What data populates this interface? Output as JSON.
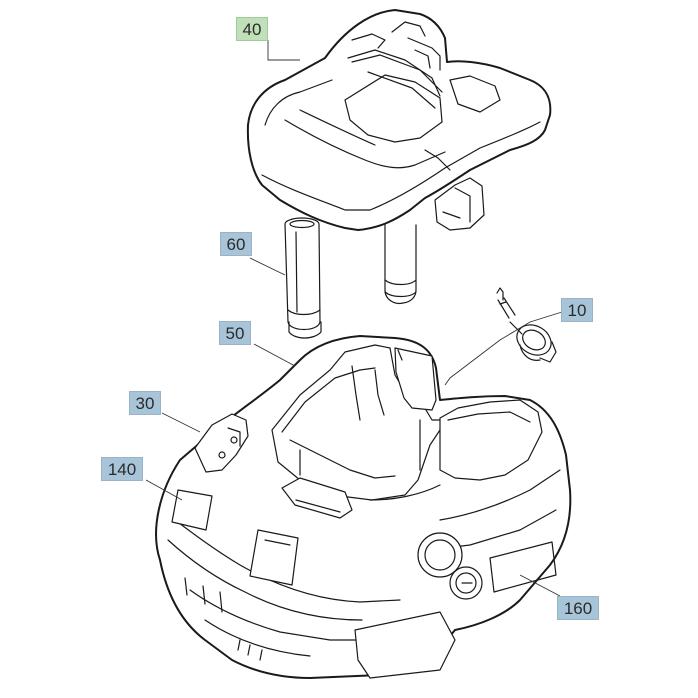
{
  "callouts": [
    {
      "id": "40",
      "label": "40",
      "color": "#bfe0b8"
    },
    {
      "id": "60",
      "label": "60",
      "color": "#a8c4d8"
    },
    {
      "id": "10",
      "label": "10",
      "color": "#a8c4d8"
    },
    {
      "id": "50",
      "label": "50",
      "color": "#a8c4d8"
    },
    {
      "id": "30",
      "label": "30",
      "color": "#a8c4d8"
    },
    {
      "id": "140",
      "label": "140",
      "color": "#a8c4d8"
    },
    {
      "id": "160",
      "label": "160",
      "color": "#a8c4d8"
    }
  ]
}
